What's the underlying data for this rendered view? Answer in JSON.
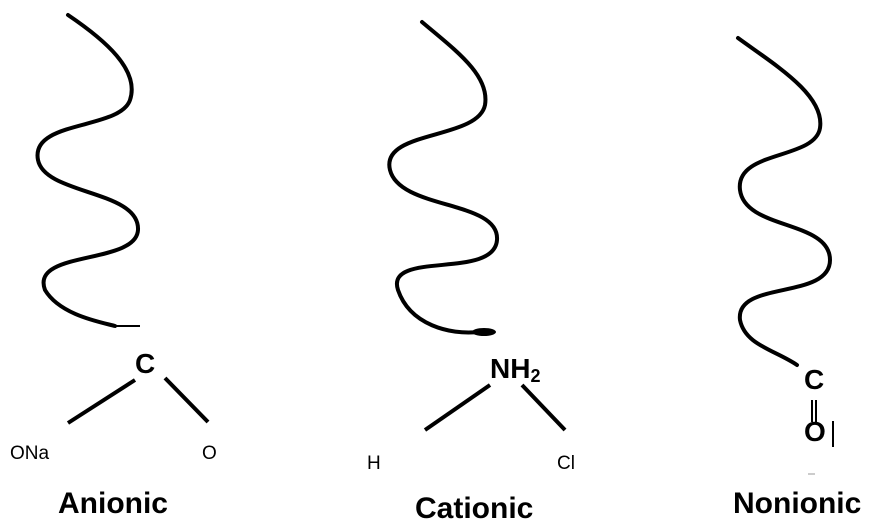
{
  "diagram": {
    "panels": [
      {
        "title": "Anionic",
        "head_atom": "C",
        "substituents": [
          "ONa",
          "O"
        ]
      },
      {
        "title": "Cationic",
        "head_atom": "NH",
        "head_atom_subscript": "2",
        "substituents": [
          "H",
          "Cl"
        ]
      },
      {
        "title": "Nonionic",
        "head_atom": "C",
        "substituents": [
          "O"
        ]
      }
    ]
  }
}
